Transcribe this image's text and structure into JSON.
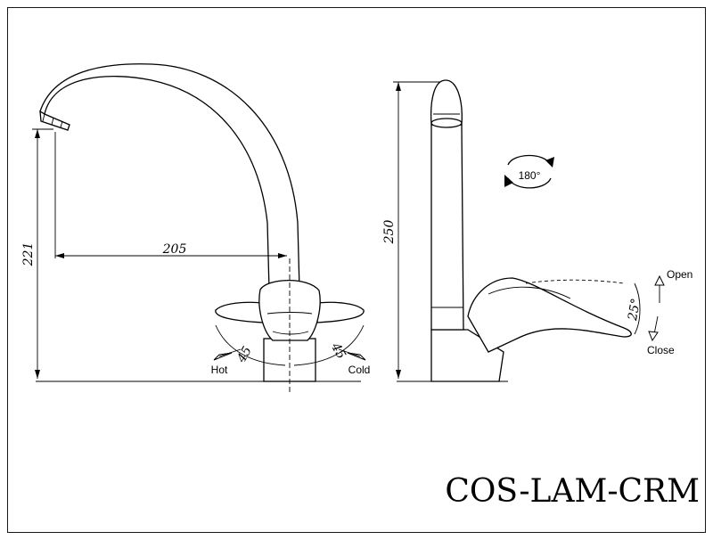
{
  "dimensions": {
    "spout_reach": "205",
    "side_height": "221",
    "total_height": "250",
    "hot_angle": "45",
    "cold_angle": "45",
    "lever_angle": "25°",
    "swivel_angle": "180°"
  },
  "labels": {
    "hot": "Hot",
    "cold": "Cold",
    "open": "Open",
    "close": "Close"
  },
  "model_code": "COS-LAM-CRM"
}
